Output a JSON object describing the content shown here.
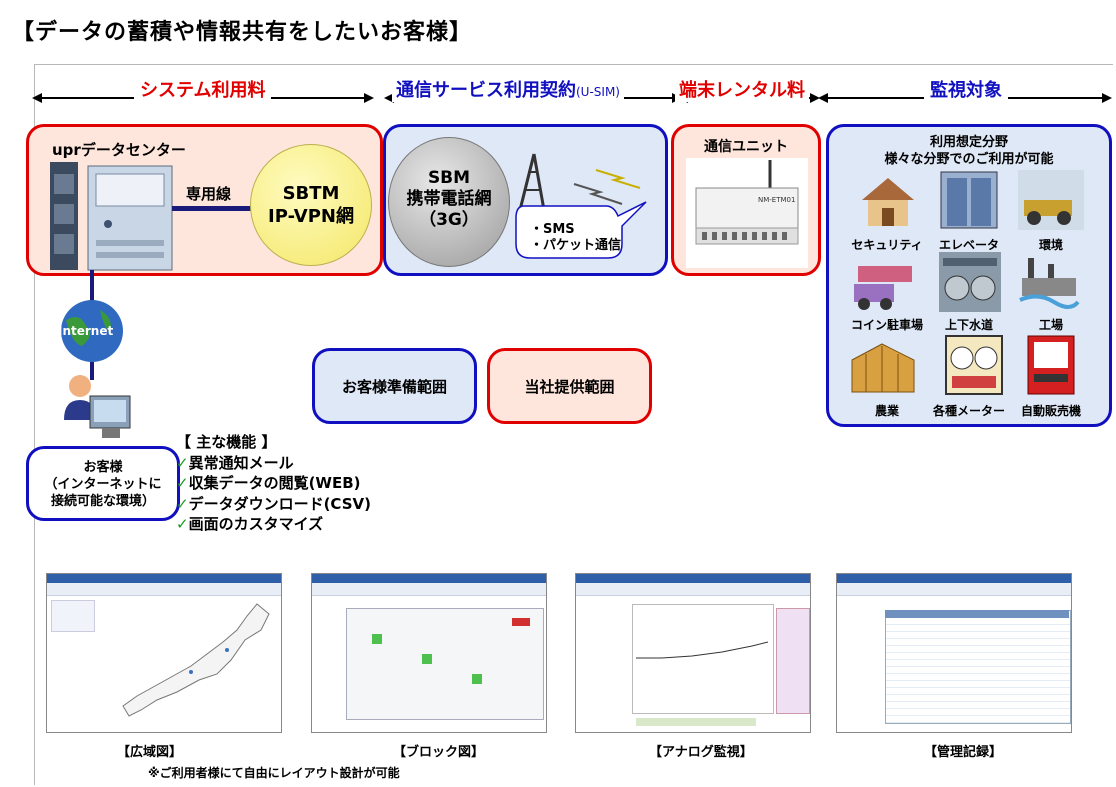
{
  "title": "【データの蓄積や情報共有をしたいお客様】",
  "headers": {
    "system_fee": "システム利用料",
    "comm_contract": "通信サービス利用契約",
    "comm_contract_suffix": "(U-SIM)",
    "terminal_rental": "端末レンタル料",
    "monitor_target": "監視対象"
  },
  "upr": {
    "title": "uprデータセンター",
    "line_label": "専用線",
    "sbtm_line1": "SBTM",
    "sbtm_line2": "IP-VPN網"
  },
  "sbm": {
    "line1": "SBM",
    "line2": "携帯電話網",
    "line3": "（3G）",
    "bubble1": "・SMS",
    "bubble2": "・パケット通信"
  },
  "unit": {
    "title": "通信ユニット",
    "device_label": "NM-ETM01"
  },
  "fields": {
    "title1": "利用想定分野",
    "title2": "様々な分野でのご利用が可能",
    "items": [
      "セキュリティ",
      "エレベータ",
      "環境",
      "コイン駐車場",
      "上下水道",
      "工場",
      "農業",
      "各種メーター",
      "自動販売機"
    ]
  },
  "internet_label": "Internet",
  "customer": {
    "line1": "お客様",
    "line2": "（インターネットに",
    "line3": "接続可能な環境）"
  },
  "legend": {
    "customer_scope": "お客様準備範囲",
    "company_scope": "当社提供範囲"
  },
  "features": {
    "title": "【 主な機能 】",
    "items": [
      "異常通知メール",
      "収集データの閲覧(WEB)",
      "データダウンロード(CSV)",
      "画面のカスタマイズ"
    ]
  },
  "screenshots": {
    "captions": [
      "【広域図】",
      "【ブロック図】",
      "【アナログ監視】",
      "【管理記録】"
    ]
  },
  "footnote": "※ご利用者様にて自由にレイアウト設計が可能",
  "colors": {
    "red_border": "#e00000",
    "blue_border": "#1010c0",
    "header_red": "#e00000",
    "header_blue": "#1010c0"
  }
}
